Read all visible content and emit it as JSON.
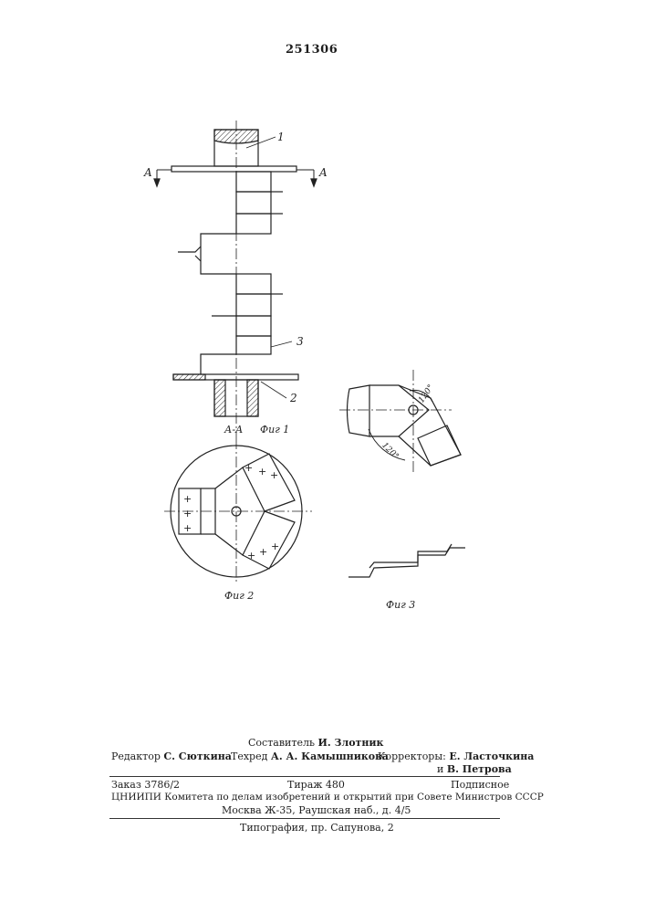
{
  "patent_number": "251306",
  "drawing": {
    "callouts": [
      "1",
      "2",
      "3"
    ],
    "section_marks": [
      "A",
      "A"
    ],
    "section_title": "А-А",
    "angle_labels": [
      "120°",
      "120°"
    ],
    "figure_labels": [
      "Фиг 1",
      "Фиг 2",
      "Фиг 3"
    ]
  },
  "imprint": {
    "compiler_label": "Составитель",
    "compiler_name": "И. Злотник",
    "editor_label": "Редактор",
    "editor_name": "С. Сюткина",
    "techred_label": "Техред",
    "techred_name": "А. А. Камышникова",
    "correctors_label": "Корректоры:",
    "corrector_1": "Е. Ласточкина",
    "corrector_2_prefix": "и",
    "corrector_2": "В. Петрова",
    "order": "Заказ 3786/2",
    "print_run": "Тираж 480",
    "subscription": "Подписное",
    "org_line": "ЦНИИПИ Комитета по делам изобретений и открытий при Совете Министров СССР",
    "address_line": "Москва Ж-35, Раушская наб., д. 4/5",
    "printing_house": "Типография, пр. Сапунова, 2"
  }
}
